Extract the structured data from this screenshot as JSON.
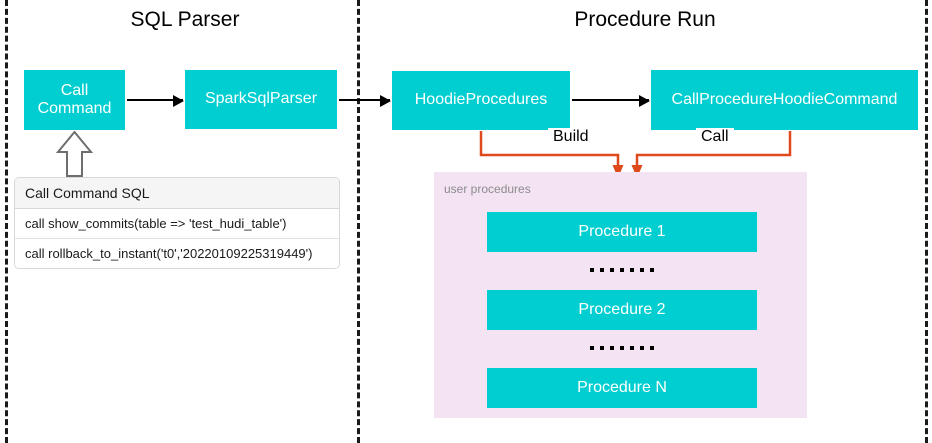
{
  "diagram": {
    "title_left": "SQL Parser",
    "title_right": "Procedure Run",
    "colors": {
      "node_fill": "#00CED1",
      "node_text": "#FFFFFF",
      "panel_fill": "#F3E3F3",
      "connector_orange": "#E0491B",
      "flow_black": "#000000",
      "divider": "#1A1A1A",
      "table_header_bg": "#F5F5F5",
      "panel_label": "#8C8C8C"
    }
  },
  "sql_parser": {
    "nodes": [
      {
        "id": "call-command",
        "label": "Call Command"
      },
      {
        "id": "spark-sql-parser",
        "label": "SparkSqlParser"
      }
    ],
    "table": {
      "header": "Call Command SQL",
      "rows": [
        "call show_commits(table => 'test_hudi_table')",
        "call rollback_to_instant('t0','20220109225319449')"
      ]
    }
  },
  "procedure_run": {
    "nodes": [
      {
        "id": "hoodie-procedures",
        "label": "HoodieProcedures"
      },
      {
        "id": "call-procedure-hoodie-command",
        "label": "CallProcedureHoodieCommand"
      }
    ],
    "edges": [
      {
        "id": "build",
        "label": "Build",
        "from": "hoodie-procedures",
        "to": "user-procedures"
      },
      {
        "id": "call",
        "label": "Call",
        "from": "call-procedure-hoodie-command",
        "to": "user-procedures"
      }
    ],
    "panel": {
      "label": "user procedures",
      "items": [
        {
          "type": "box",
          "label": "Procedure 1"
        },
        {
          "type": "ellipsis",
          "label": ""
        },
        {
          "type": "box",
          "label": "Procedure 2"
        },
        {
          "type": "ellipsis",
          "label": ""
        },
        {
          "type": "box",
          "label": "Procedure N"
        }
      ]
    }
  }
}
